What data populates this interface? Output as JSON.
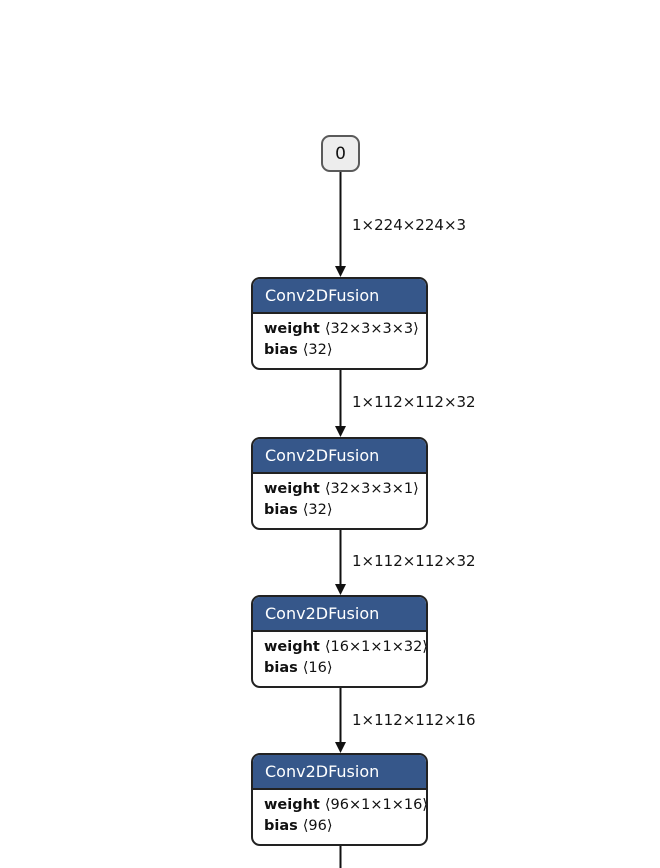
{
  "graph": {
    "input_node": {
      "label": "0"
    },
    "edges": [
      {
        "label": "1×224×224×3"
      },
      {
        "label": "1×112×112×32"
      },
      {
        "label": "1×112×112×32"
      },
      {
        "label": "1×112×112×16"
      }
    ],
    "nodes": [
      {
        "type": "Conv2DFusion",
        "attributes": [
          {
            "name": "weight",
            "value": "⟨32×3×3×3⟩"
          },
          {
            "name": "bias",
            "value": "⟨32⟩"
          }
        ]
      },
      {
        "type": "Conv2DFusion",
        "attributes": [
          {
            "name": "weight",
            "value": "⟨32×3×3×1⟩"
          },
          {
            "name": "bias",
            "value": "⟨32⟩"
          }
        ]
      },
      {
        "type": "Conv2DFusion",
        "attributes": [
          {
            "name": "weight",
            "value": "⟨16×1×1×32⟩"
          },
          {
            "name": "bias",
            "value": "⟨16⟩"
          }
        ]
      },
      {
        "type": "Conv2DFusion",
        "attributes": [
          {
            "name": "weight",
            "value": "⟨96×1×1×16⟩"
          },
          {
            "name": "bias",
            "value": "⟨96⟩"
          }
        ]
      }
    ],
    "colors": {
      "node_header": "#36578a",
      "node_header_text": "#ffffff",
      "node_body": "#ffffff",
      "node_border": "#222222",
      "input_fill": "#ededed",
      "input_border": "#5a5a5a",
      "edge": "#111111"
    }
  }
}
